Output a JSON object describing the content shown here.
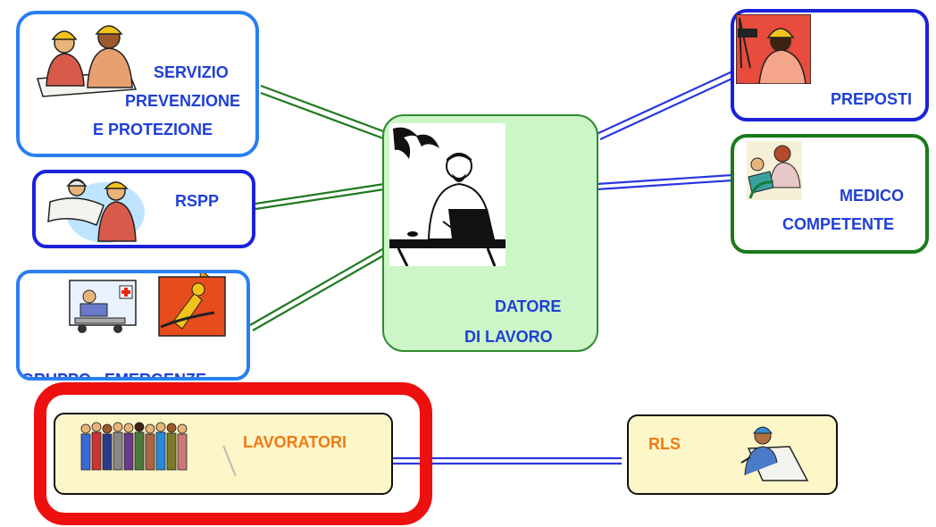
{
  "nodes": {
    "spp": {
      "line1": "SERVIZIO",
      "line2": "PREVENZIONE",
      "line3": "E PROTEZIONE"
    },
    "rspp": {
      "label": "RSPP"
    },
    "emergenza": {
      "label": "GRUPPO   EMERGENZE"
    },
    "datore": {
      "line1": "DATORE",
      "line2": "DI LAVORO"
    },
    "preposti": {
      "label": "PREPOSTI"
    },
    "medico": {
      "line1": "MEDICO",
      "line2": "COMPETENTE"
    },
    "lavoratori": {
      "label": "LAVORATORI"
    },
    "rls": {
      "label": "RLS"
    }
  },
  "colors": {
    "text_blue": "#1f3fd6",
    "text_orange": "#f07a14",
    "border_light_blue": "#2a7ff0",
    "border_dark_blue": "#1a22d8",
    "border_green": "#1a7a1a",
    "datore_fill": "#ccf5c8",
    "yellow_fill": "#fdf6c8",
    "highlight_red": "#ee0f0f"
  }
}
